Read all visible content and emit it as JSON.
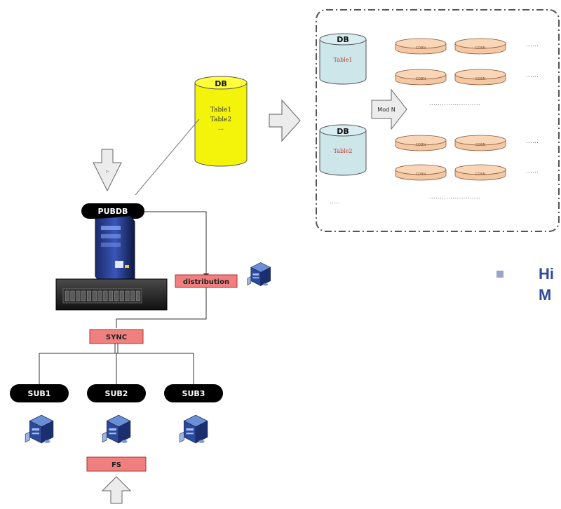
{
  "pubdb": {
    "label": "PUBDB"
  },
  "distribution": {
    "label": "distribution"
  },
  "sync": {
    "label": "SYNC"
  },
  "subs": [
    {
      "label": "SUB1"
    },
    {
      "label": "SUB2"
    },
    {
      "label": "SUB3"
    }
  ],
  "fs": {
    "label": "FS"
  },
  "main_db": {
    "title": "DB",
    "tables": [
      "Table1",
      "Table2",
      "..."
    ]
  },
  "shard_dbs": [
    {
      "title": "DB",
      "table": "Table1"
    },
    {
      "title": "DB",
      "table": "Table2"
    }
  ],
  "mod_label": "Mod N",
  "shard_label": "CDBN",
  "ellipsis_short": "......",
  "ellipsis_long": "........................",
  "ellipsis_bottom": ".....",
  "bullet_text": [
    "Hi",
    "M"
  ],
  "colors": {
    "pill": "#000000",
    "red_box": "#f08080",
    "main_db": "#f4f40a",
    "shard_db": "#cde6ea",
    "disk": "#f5c8a4",
    "bullet": "#2f4b9c"
  }
}
